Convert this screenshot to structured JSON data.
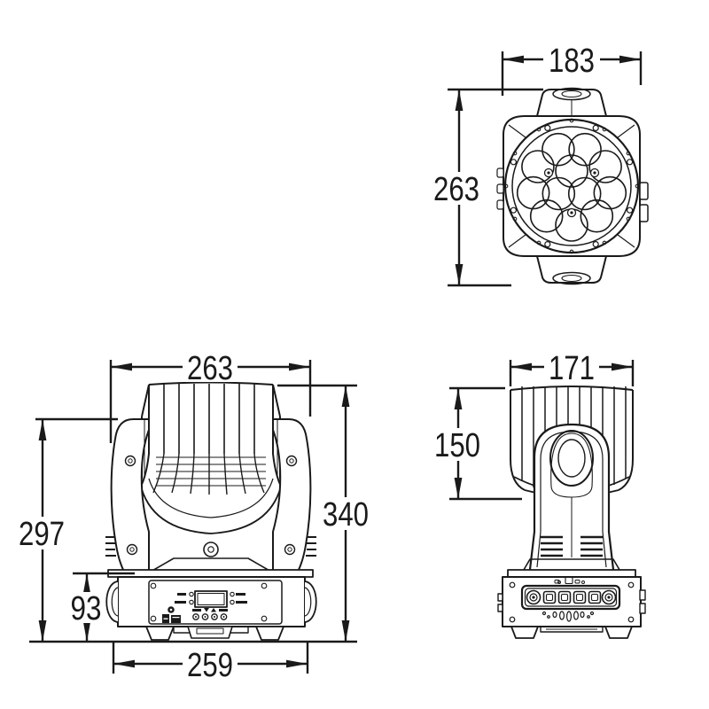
{
  "drawing": {
    "type": "technical-dimension-drawing",
    "subject": "moving-head-wash-light-fixture",
    "line_color": "#1a1a1a",
    "background_color": "#ffffff",
    "views": {
      "head_front": {
        "width": "183",
        "height": "263"
      },
      "rear": {
        "head_width": "263",
        "upper_height": "297",
        "base_height": "93",
        "total_height": "340",
        "base_width": "259"
      },
      "side": {
        "head_width": "171",
        "head_height": "150"
      }
    }
  }
}
